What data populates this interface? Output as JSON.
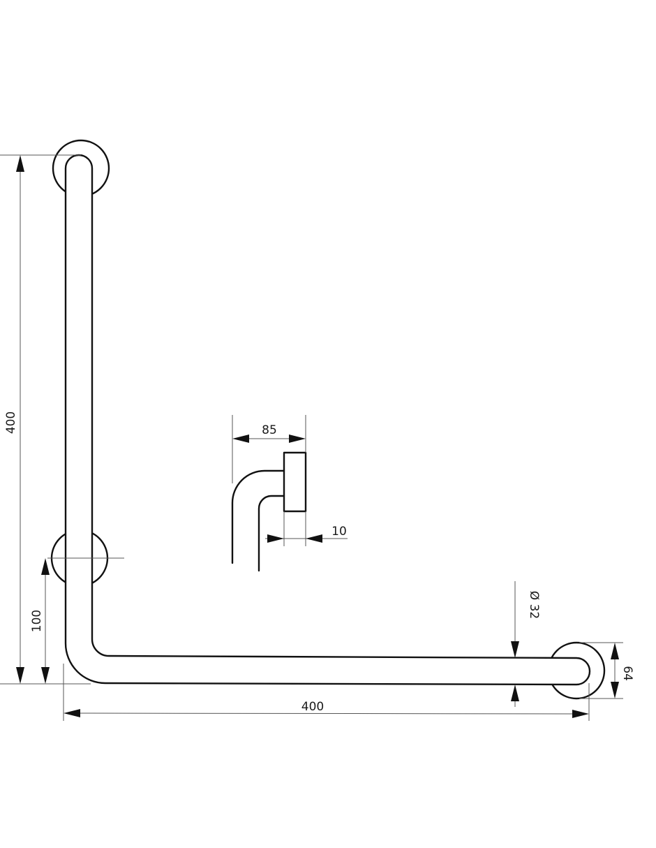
{
  "drawing": {
    "dimensions": {
      "vertical_length": "400",
      "lower_bracket_height": "100",
      "horizontal_length": "400",
      "wall_projection": "85",
      "flange_thickness": "10",
      "tube_diameter": "Ø 32",
      "flange_diameter": "64"
    }
  }
}
